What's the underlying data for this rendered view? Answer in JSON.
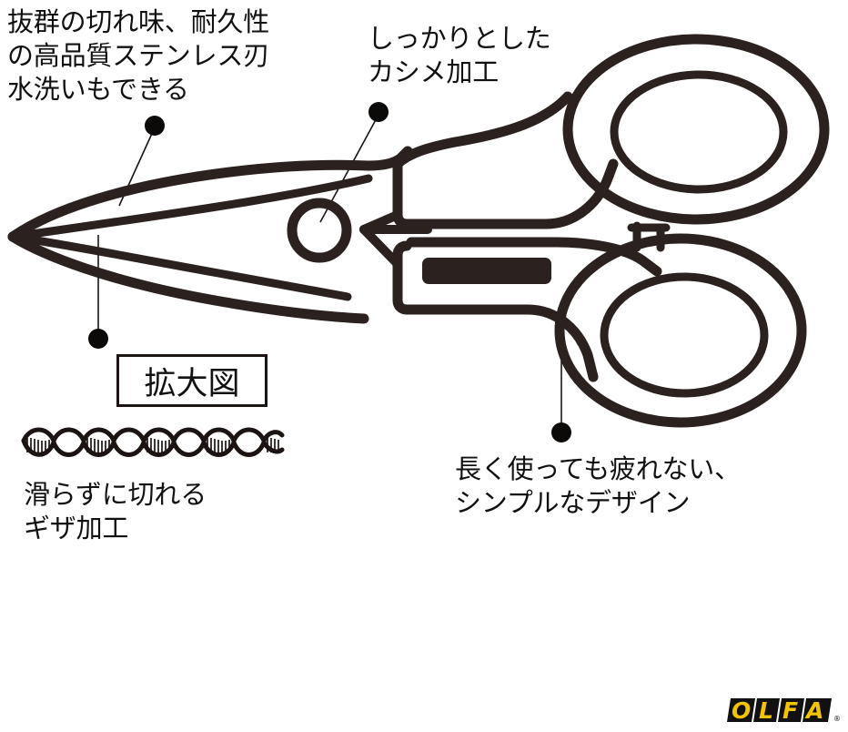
{
  "brand": {
    "name": "OLFA",
    "registered_mark": "®",
    "logo_text_color": "#F2C400",
    "logo_block_color": "#111111"
  },
  "colors": {
    "ink": "#2b211f",
    "text": "#111111",
    "background": "#ffffff"
  },
  "annotations": [
    {
      "id": "blade",
      "name": "blade-quality-callout",
      "lines": [
        "抜群の切れ味、耐久性",
        "の高品質ステンレス刃",
        "水洗いもできる"
      ],
      "text": "抜群の切れ味、耐久性\nの高品質ステンレス刃\n水洗いもできる"
    },
    {
      "id": "rivet",
      "name": "rivet-callout",
      "lines": [
        "しっかりとした",
        "カシメ加工"
      ],
      "text": "しっかりとした\nカシメ加工"
    },
    {
      "id": "design",
      "name": "handle-design-callout",
      "lines": [
        "長く使っても疲れない、",
        "シンプルなデザイン"
      ],
      "text": "長く使っても疲れない、\nシンプルなデザイン"
    },
    {
      "id": "serration",
      "name": "serration-callout",
      "lines": [
        "滑らずに切れる",
        "ギザ加工"
      ],
      "text": "滑らずに切れる\nギザ加工"
    }
  ],
  "zoom_label": {
    "name": "magnified-view-label",
    "text": "拡大図"
  },
  "diagram": {
    "subject": "scissors-line-drawing",
    "parts": [
      "upper-blade",
      "lower-blade",
      "pivot-rivet-circle",
      "upper-handle-ring",
      "lower-handle-ring",
      "grip-inlay"
    ],
    "serration_teeth": 7
  },
  "annotation_text": {
    "blade": "抜群の切れ味、耐久性\nの高品質ステンレス刃\n水洗いもできる",
    "rivet": "しっかりとした\nカシメ加工",
    "design": "長く使っても疲れない、\nシンプルなデザイン",
    "serration": "滑らずに切れる\nギザ加工",
    "zoom_label": "拡大図",
    "brand": "OLFA"
  }
}
